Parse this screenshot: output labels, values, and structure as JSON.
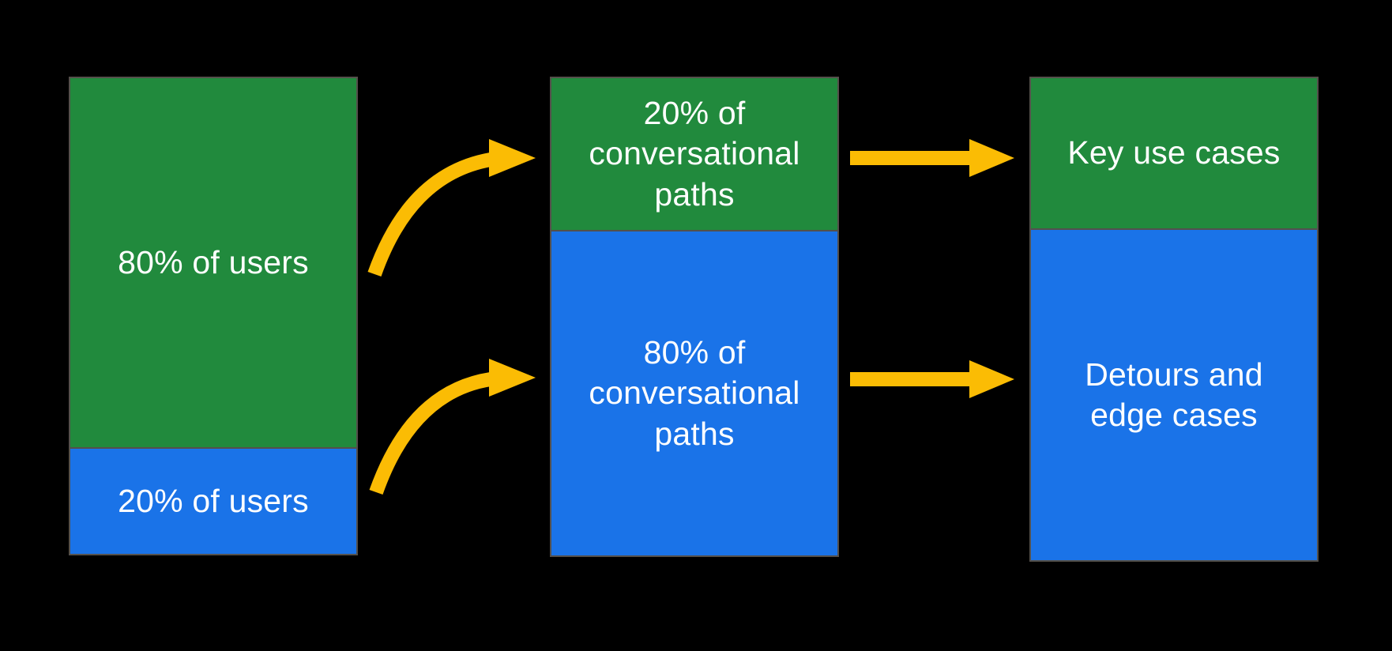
{
  "colors": {
    "background": "#000000",
    "green": "#218A3D",
    "blue": "#1A73E8",
    "arrow": "#FBBC04",
    "border": "#54504B",
    "text": "#FFFFFF"
  },
  "diagram": {
    "columns": [
      {
        "name": "users",
        "segments": [
          {
            "label": "80% of users",
            "value_pct": 80,
            "color": "green"
          },
          {
            "label": "20% of users",
            "value_pct": 20,
            "color": "blue"
          }
        ]
      },
      {
        "name": "conversational-paths",
        "segments": [
          {
            "label": "20% of\nconversational\npaths",
            "value_pct": 20,
            "color": "green"
          },
          {
            "label": "80% of\nconversational\npaths",
            "value_pct": 80,
            "color": "blue"
          }
        ]
      },
      {
        "name": "outcomes",
        "segments": [
          {
            "label": "Key use cases",
            "color": "green"
          },
          {
            "label": "Detours and\nedge cases",
            "color": "blue"
          }
        ]
      }
    ],
    "arrows": [
      {
        "from": "80% of users",
        "to": "20% of conversational paths",
        "style": "curved"
      },
      {
        "from": "20% of users",
        "to": "80% of conversational paths",
        "style": "curved"
      },
      {
        "from": "20% of conversational paths",
        "to": "Key use cases",
        "style": "straight"
      },
      {
        "from": "80% of conversational paths",
        "to": "Detours and edge cases",
        "style": "straight"
      }
    ]
  }
}
